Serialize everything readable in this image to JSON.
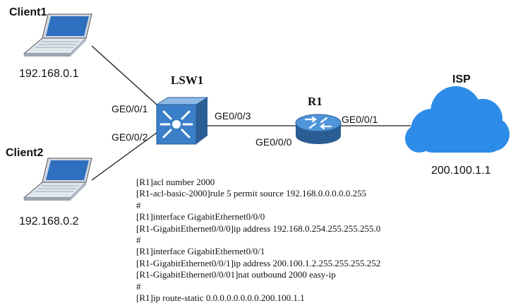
{
  "colors": {
    "link": "#1a1a1a",
    "laptop_screen": "#2f6fbf",
    "laptop_body": "#dfe6ee",
    "switch": "#3a7fc8",
    "router": "#3a7fc8",
    "cloud": "#2d8ce8"
  },
  "icons": {
    "client1": "laptop-icon",
    "client2": "laptop-icon",
    "lsw1": "switch-icon",
    "r1": "router-icon",
    "isp": "cloud-icon"
  },
  "nodes": {
    "client1": {
      "name": "Client1",
      "ip": "192.168.0.1"
    },
    "client2": {
      "name": "Client2",
      "ip": "192.168.0.2"
    },
    "lsw1": {
      "name": "LSW1"
    },
    "r1": {
      "name": "R1"
    },
    "isp": {
      "name": "ISP",
      "ip": "200.100.1.1"
    }
  },
  "ports": {
    "lsw1_ge001": "GE0/0/1",
    "lsw1_ge002": "GE0/0/2",
    "lsw1_ge003": "GE0/0/3",
    "r1_ge000": "GE0/0/0",
    "r1_ge001": "GE0/0/1"
  },
  "config_lines": [
    "[R1]acl number 2000",
    "[R1-acl-basic-2000]rule 5 permit source 192.168.0.0.0.0.0.255",
    "#",
    "[R1]interface GigabitEthernet0/0/0",
    "[R1-GigabitEthernet0/0/0]ip address 192.168.0.254.255.255.255.0",
    "#",
    "[R1]interface GigabitEthernet0/0/1",
    "[R1-GigabitEthernet0/0/1]ip address 200.100.1.2.255.255.255.252",
    "[R1-GigabitEthernet0/0/01]nat outbound 2000 easy-ip",
    "#",
    "[R1]ip route-static 0.0.0.0.0.0.0.0.200.100.1.1"
  ]
}
